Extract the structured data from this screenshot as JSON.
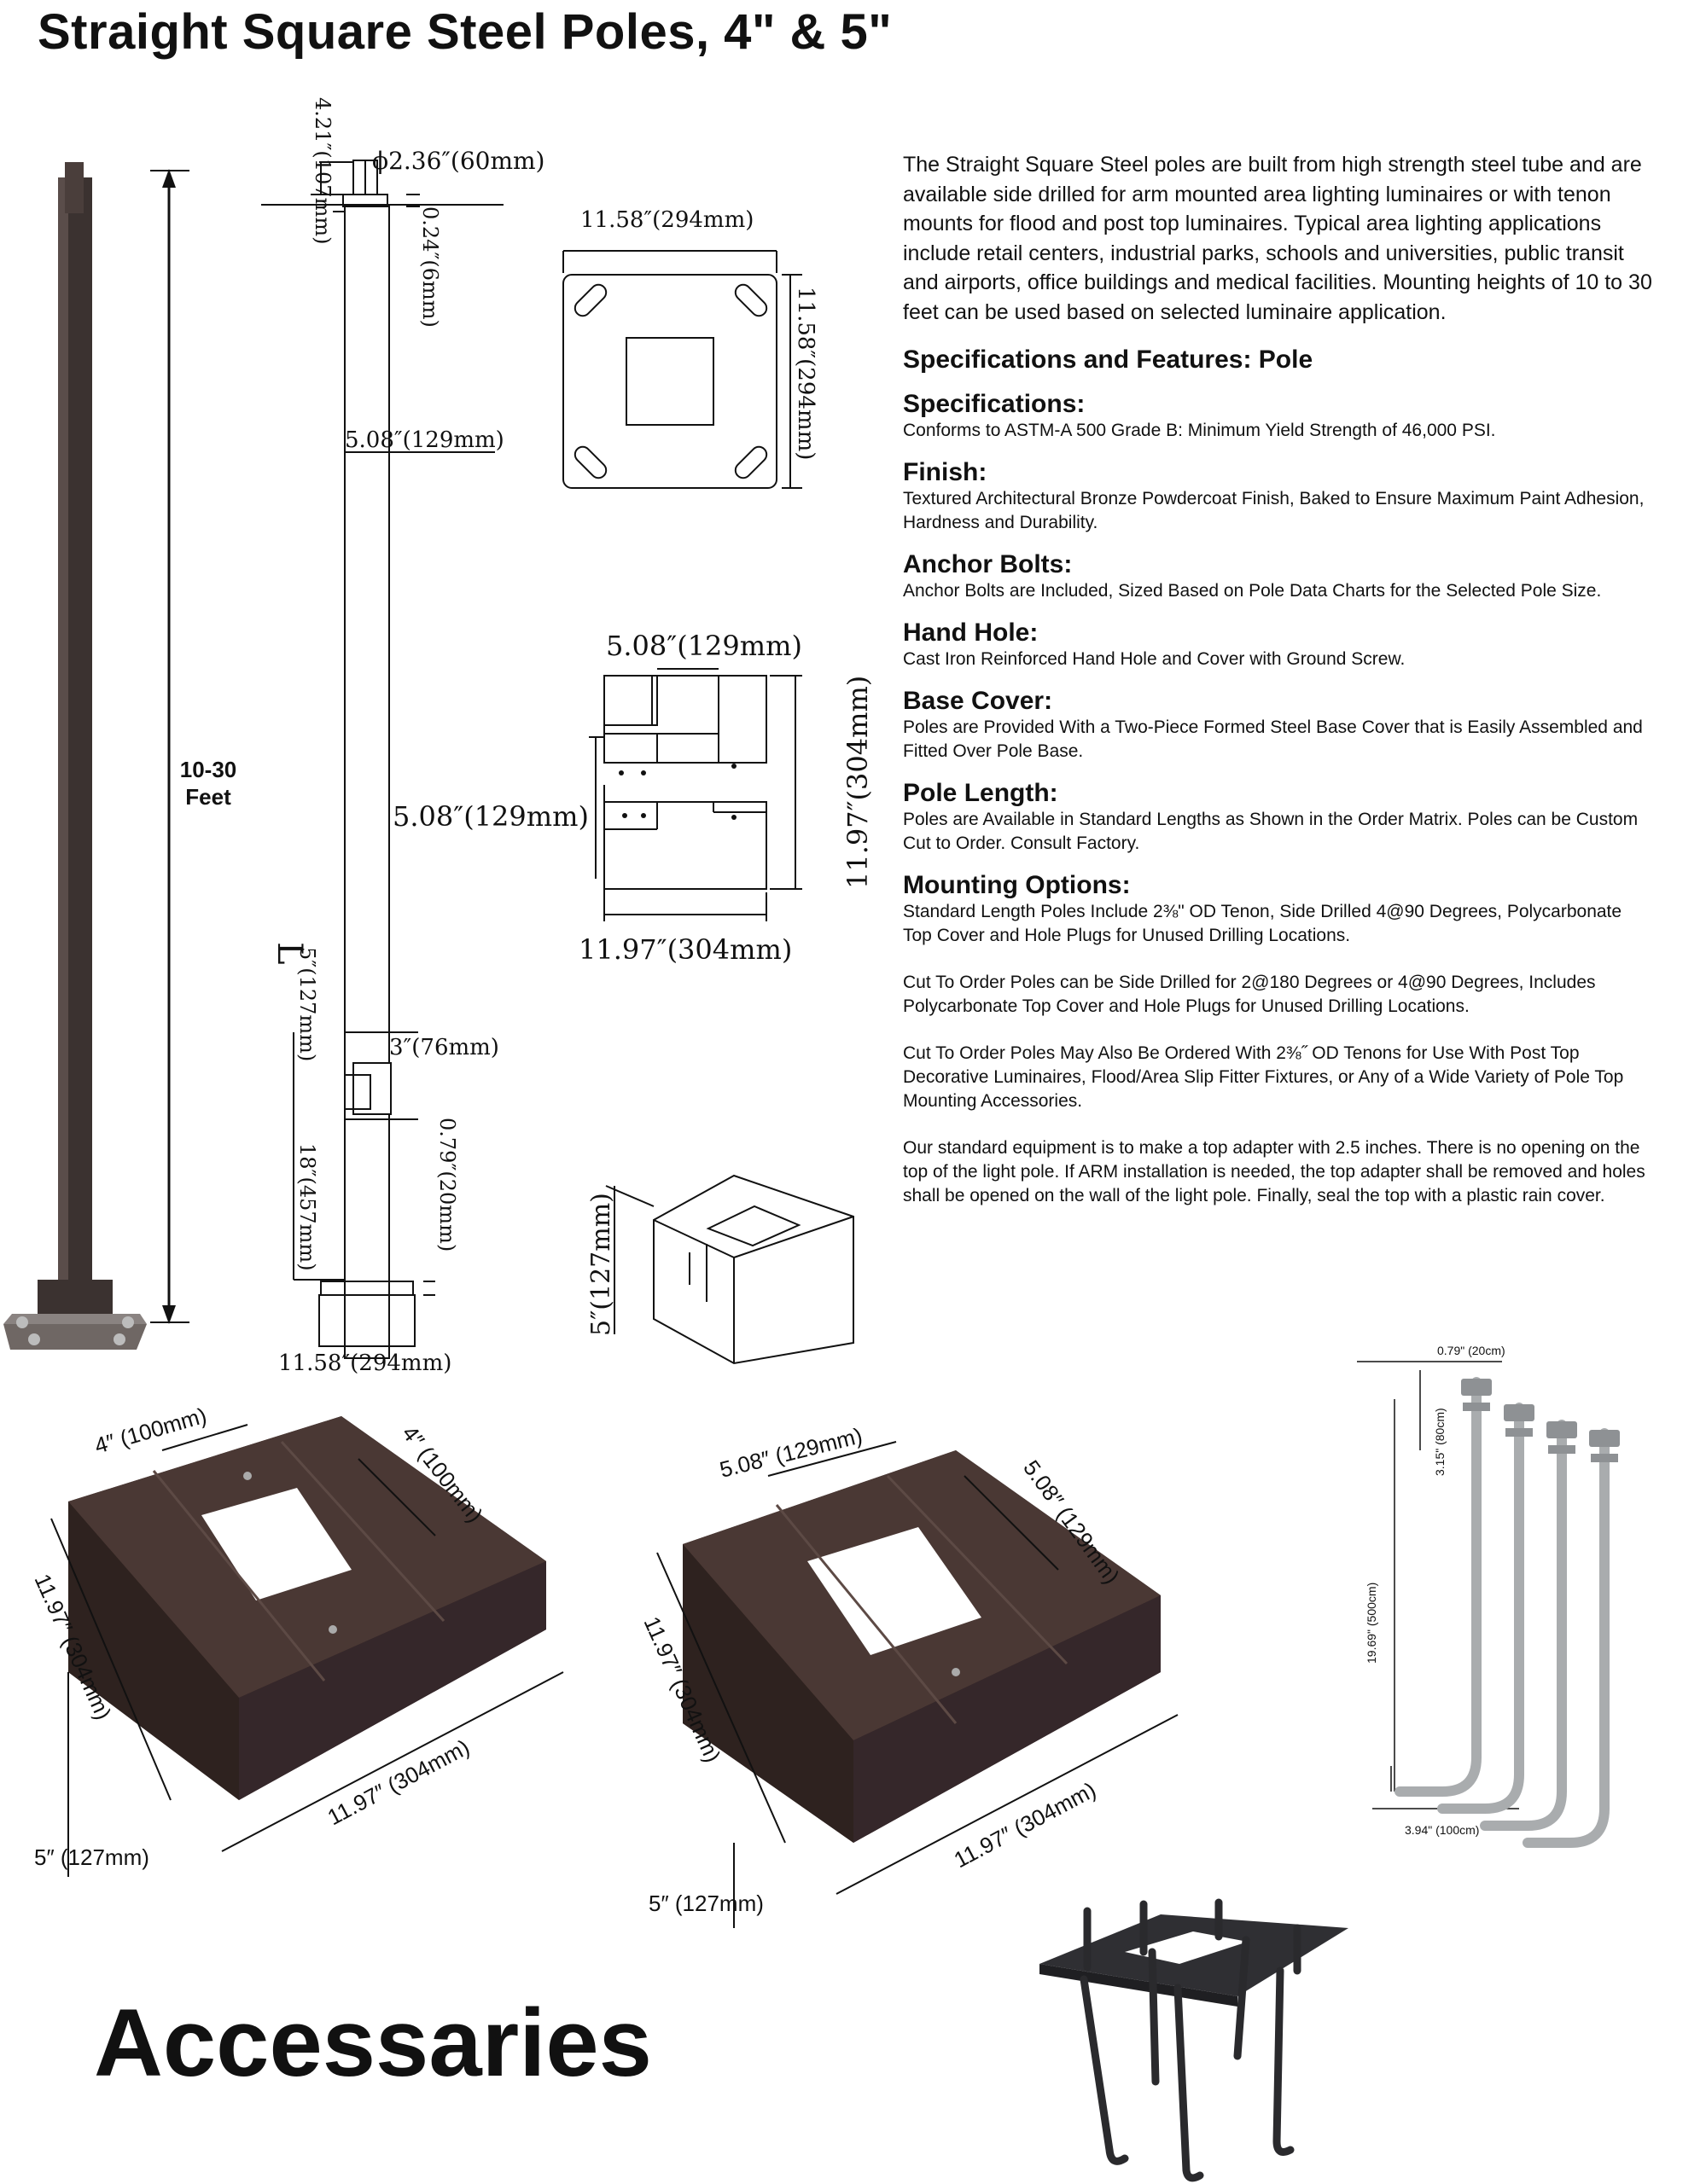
{
  "title": "Straight Square Steel Poles, 4\" & 5\"",
  "footer_title": "Accessaries",
  "intro": "The Straight Square Steel poles are built from high strength steel tube and are available side drilled for arm mounted area lighting luminaires or with tenon mounts for flood and post top luminaires. Typical area lighting applications include retail centers, industrial parks, schools and universities, public transit and airports, office buildings and medical facilities. Mounting heights of 10 to 30 feet can be used based on selected luminaire application.",
  "features_heading": "Specifications and Features: Pole",
  "sections": {
    "specifications": {
      "heading": "Specifications:",
      "text": "Conforms to ASTM-A 500 Grade B: Minimum Yield Strength of 46,000 PSI."
    },
    "finish": {
      "heading": "Finish:",
      "text": "Textured Architectural Bronze Powdercoat Finish, Baked to Ensure Maximum Paint Adhesion, Hardness and Durability."
    },
    "anchor_bolts": {
      "heading": "Anchor Bolts:",
      "text": "Anchor Bolts are Included, Sized Based on Pole Data Charts for the Selected Pole Size."
    },
    "hand_hole": {
      "heading": "Hand Hole:",
      "text": "Cast Iron Reinforced Hand Hole and Cover with Ground Screw."
    },
    "base_cover": {
      "heading": "Base Cover:",
      "text": "Poles are Provided With a Two-Piece Formed Steel Base Cover that is Easily Assembled and Fitted Over Pole Base."
    },
    "pole_length": {
      "heading": "Pole Length:",
      "text": "Poles are Available in Standard Lengths as Shown in the Order Matrix. Poles can be Custom Cut to Order. Consult Factory."
    },
    "mounting_options": {
      "heading": "Mounting Options:",
      "paragraphs": [
        "Standard Length Poles Include 2⅜\" OD Tenon, Side Drilled 4@90 Degrees, Polycarbonate Top Cover and Hole Plugs for Unused Drilling Locations.",
        "Cut To Order Poles can be Side Drilled for 2@180 Degrees or 4@90 Degrees, Includes Polycarbonate Top Cover and Hole Plugs for Unused Drilling Locations.",
        "Cut To Order Poles May Also Be Ordered With 2⅜˝ OD Tenons for Use With Post Top Decorative Luminaires, Flood/Area Slip Fitter Fixtures, or Any of a Wide Variety of Pole Top Mounting Accessories.",
        "Our standard equipment is to make a top adapter with 2.5 inches. There is no opening on the top of the light pole. If ARM installation is needed, the top adapter shall be removed and holes shall be opened on the wall of the light pole. Finally, seal the top with a plastic rain cover."
      ]
    }
  },
  "pole_photo": {
    "height_label_1": "10-30",
    "height_label_2": "Feet"
  },
  "pole_drawing": {
    "top_height": "4.21″(107mm)",
    "tenon_dia": "ϕ2.36″(60mm)",
    "cap_gap": "0.24″(6mm)",
    "width": "5.08″(129mm)",
    "length_symbol": "L",
    "handhole_height": "5″(127mm)",
    "handhole_width": "3″(76mm)",
    "handhole_offset": "18″(457mm)",
    "base_thickness": "0.79″(20mm)",
    "base_width": "11.58″(294mm)"
  },
  "base_plate": {
    "width": "11.58″(294mm)",
    "height": "11.58″(294mm)"
  },
  "cover_plan": {
    "opening_top": "5.08″(129mm)",
    "opening_side": "5.08″(129mm)",
    "height": "11.97″(304mm)",
    "width": "11.97″(304mm)"
  },
  "cover_iso": {
    "height": "5″(127mm)"
  },
  "cover_photo_4": {
    "opening_a": "4″ (100mm)",
    "opening_b": "4″ (100mm)",
    "side_a": "11.97″ (304mm)",
    "side_b": "11.97″ (304mm)",
    "height": "5″ (127mm)"
  },
  "cover_photo_5": {
    "opening_a": "5.08″ (129mm)",
    "opening_b": "5.08″ (129mm)",
    "side_a": "11.97″ (304mm)",
    "side_b": "11.97″ (304mm)",
    "height": "5″ (127mm)"
  },
  "anchor_bolts_photo": {
    "thread_dia": "0.79\" (20cm)",
    "thread_len": "3.15\" (80cm)",
    "length": "19.69\" (500cm)",
    "foot": "3.94\" (100cm)"
  },
  "colors": {
    "bronze": "#3a2a27",
    "steel": "#a9acae",
    "line": "#111111"
  }
}
